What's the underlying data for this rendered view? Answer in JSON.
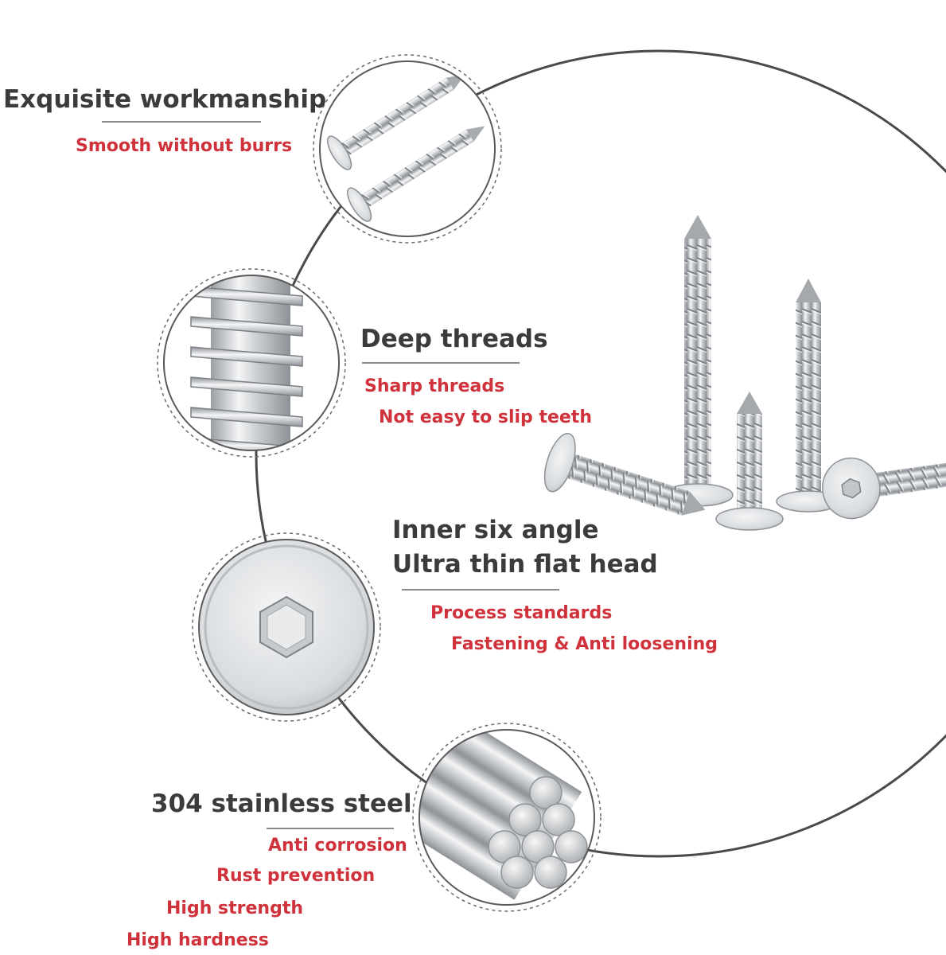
{
  "accent_color": "#d0323c",
  "heading_color": "#3b3b3b",
  "features": [
    {
      "title": "Exquisite workmanship",
      "points": [
        "Smooth without burrs"
      ]
    },
    {
      "title": "Deep threads",
      "points": [
        "Sharp threads",
        "Not easy to slip teeth"
      ]
    },
    {
      "title_lines": [
        "Inner six angle",
        "Ultra thin flat head"
      ],
      "points": [
        "Process standards",
        "Fastening & Anti loosening"
      ]
    },
    {
      "title": "304 stainless steel",
      "points": [
        "Anti corrosion",
        "Rust prevention",
        "High strength",
        "High hardness"
      ]
    }
  ]
}
